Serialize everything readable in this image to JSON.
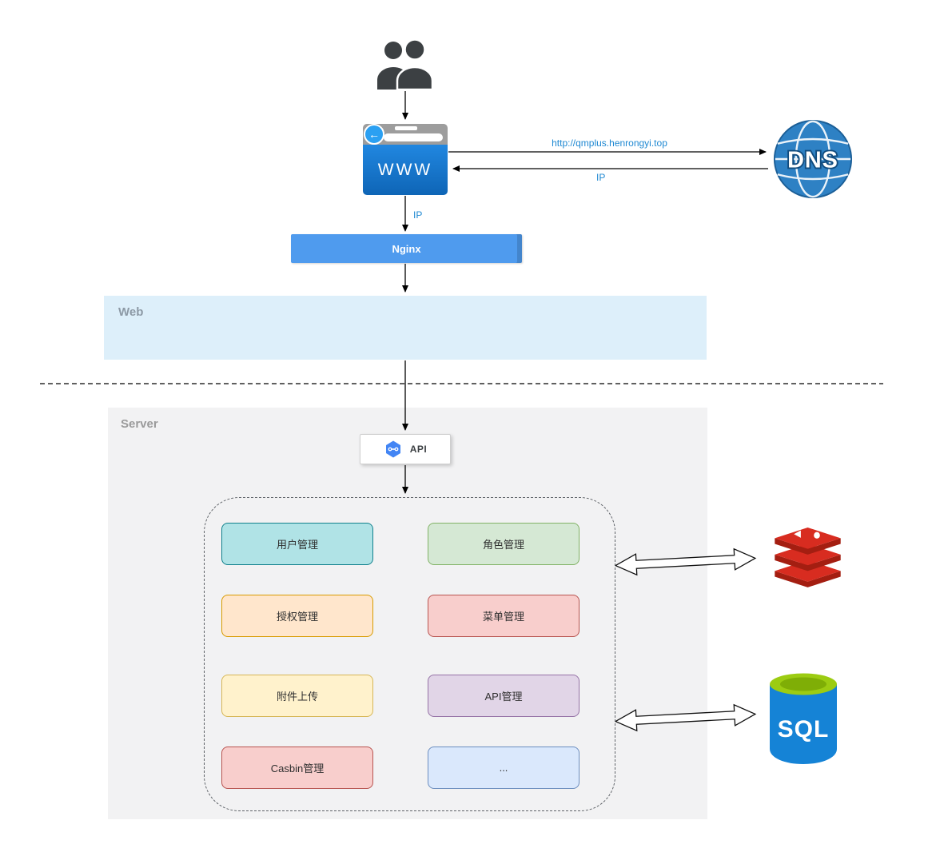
{
  "diagram": {
    "browser": {
      "label": "WWW"
    },
    "dns": {
      "label": "DNS"
    },
    "nginx": {
      "label": "Nginx"
    },
    "web_zone": {
      "label": "Web"
    },
    "server_zone": {
      "label": "Server"
    },
    "api": {
      "label": "API"
    },
    "sql": {
      "label": "SQL"
    },
    "edges": {
      "request_url": "http://qmplus.henrongyi.top",
      "dns_response": "IP",
      "client_ip": "IP"
    },
    "modules": [
      {
        "label": "用户管理",
        "fill": "#b0e3e6",
        "border": "#10808c"
      },
      {
        "label": "角色管理",
        "fill": "#d5e8d4",
        "border": "#82b366"
      },
      {
        "label": "授权管理",
        "fill": "#ffe6cc",
        "border": "#d79b00"
      },
      {
        "label": "菜单管理",
        "fill": "#f8cecc",
        "border": "#b85450"
      },
      {
        "label": "附件上传",
        "fill": "#fff2cc",
        "border": "#d6b656"
      },
      {
        "label": "API管理",
        "fill": "#e1d5e7",
        "border": "#9673a6"
      },
      {
        "label": "Casbin管理",
        "fill": "#f8cecc",
        "border": "#b85450"
      },
      {
        "label": "...",
        "fill": "#dae8fc",
        "border": "#6c8ebf"
      }
    ],
    "colors": {
      "edge_label": "#1e88d2",
      "nginx_fill": "#4f9bee",
      "web_zone_fill": "#ddeffa",
      "server_zone_fill": "#f2f2f3",
      "browser_fill": "#1274cc",
      "dns_fill": "#2e81c4",
      "redis_red": "#d82c20",
      "sql_blue": "#1583d6",
      "sql_green": "#9ccc12"
    }
  }
}
